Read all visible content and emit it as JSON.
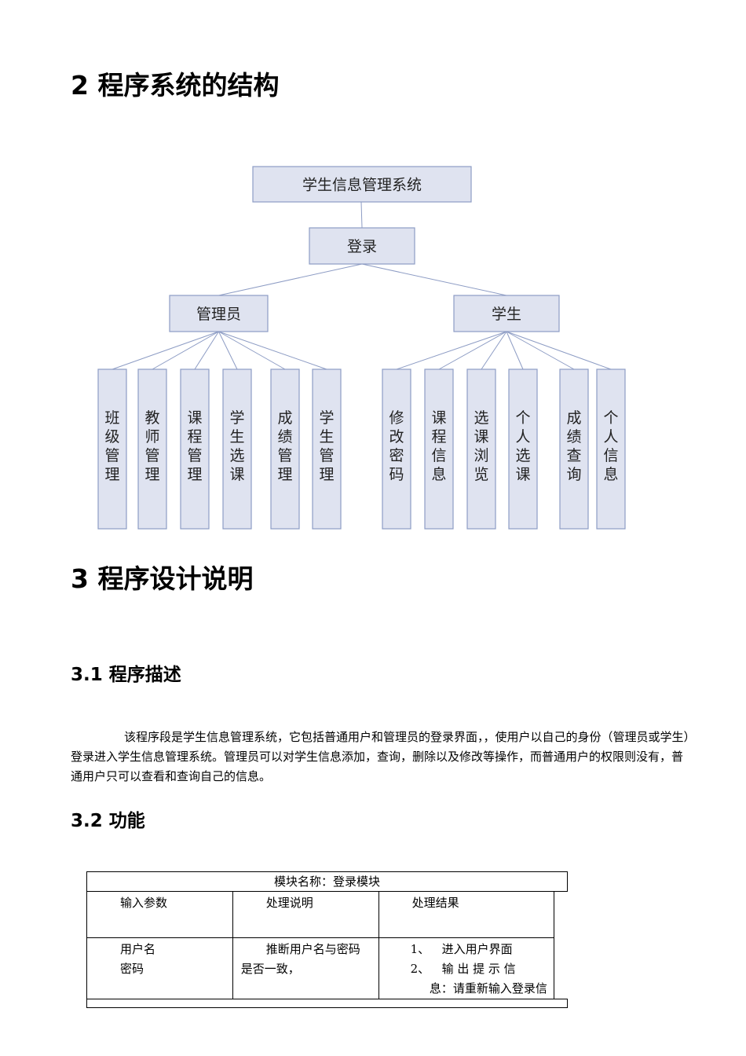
{
  "section2": {
    "title": "2 程序系统的结构"
  },
  "tree": {
    "root": "学生信息管理系统",
    "login": "登录",
    "branches": [
      {
        "label": "管理员",
        "children": [
          "班级管理",
          "教师管理",
          "课程管理",
          "学生选课",
          "成绩管理",
          "学生管理"
        ]
      },
      {
        "label": "学生",
        "children": [
          "修改密码",
          "课程信息",
          "选课浏览",
          "个人选课",
          "成绩查询",
          "个人信息"
        ]
      }
    ],
    "colors": {
      "fill": "#dfe3f0",
      "stroke": "#8d9cc4"
    }
  },
  "section3": {
    "title": "3  程序设计说明",
    "sub1": {
      "title": "3.1 程序描述",
      "paragraph": "该程序段是学生信息管理系统，它包括普通用户和管理员的登录界面，，使用户以自己的身份（管理员或学生）登录进入学生信息管理系统。管理员可以对学生信息添加，查询，删除以及修改等操作，而普通用户的权限则没有，普通用户只可以查看和查询自己的信息。"
    },
    "sub2": {
      "title": "3.2 功能",
      "table": {
        "module_title": "模块名称：登录模块",
        "headers": [
          "输入参数",
          "处理说明",
          "处理结果"
        ],
        "inputs": [
          "用户名",
          "密码"
        ],
        "process": "推断用户名与密码是否一致，",
        "results": [
          {
            "num": "1、",
            "text": "进入用户界面"
          },
          {
            "num": "2、",
            "text": "输 出 提 示 信"
          }
        ],
        "results_tail": "息：请重新输入登录信"
      }
    }
  }
}
